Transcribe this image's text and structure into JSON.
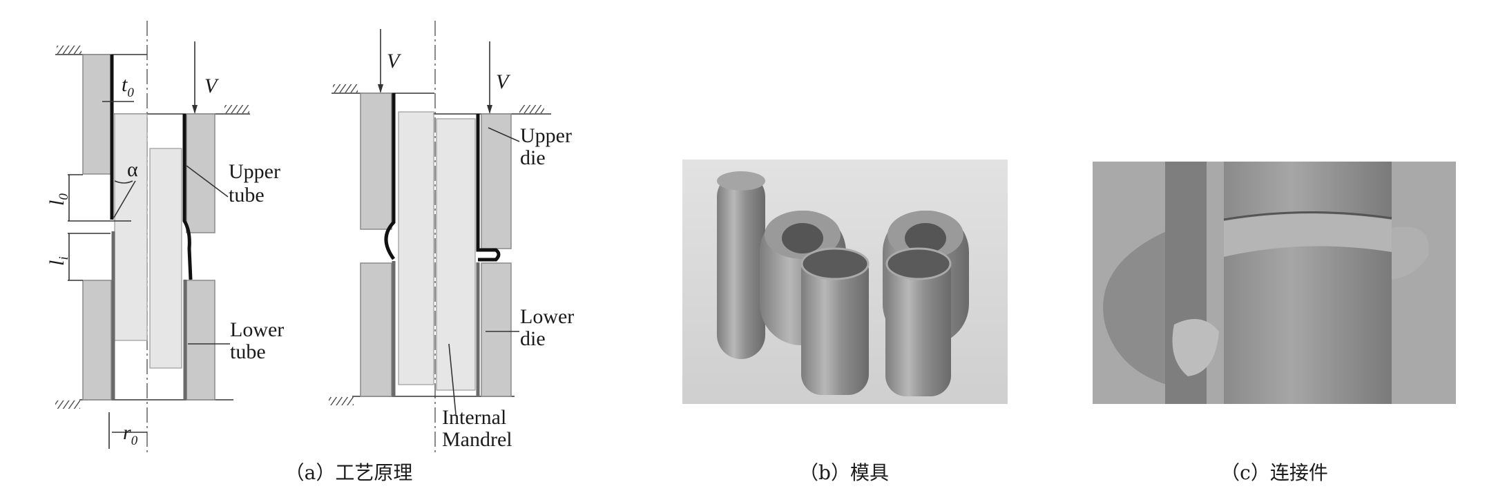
{
  "figure": {
    "panel_a": {
      "caption": "（a）工艺原理",
      "labels": {
        "t0": "t",
        "t0_sub": "0",
        "V_left": "V",
        "alpha": "α",
        "l0": "l",
        "l0_sub": "0",
        "li": "l",
        "li_sub": "i",
        "r0": "r",
        "r0_sub": "0",
        "upper_tube_1": "Upper",
        "upper_tube_2": "tube",
        "lower_tube_1": "Lower",
        "lower_tube_2": "tube",
        "V_mid_1": "V",
        "V_mid_2": "V",
        "upper_die_1": "Upper",
        "upper_die_2": "die",
        "lower_die_1": "Lower",
        "lower_die_2": "die",
        "mandrel_1": "Internal",
        "mandrel_2": "Mandrel"
      }
    },
    "panel_b": {
      "caption": "（b）模具"
    },
    "panel_c": {
      "caption": "（c）连接件"
    }
  },
  "colors": {
    "die": "#c9c9c9",
    "tube": "#111111",
    "photo_bg": "#d8d8d8"
  }
}
